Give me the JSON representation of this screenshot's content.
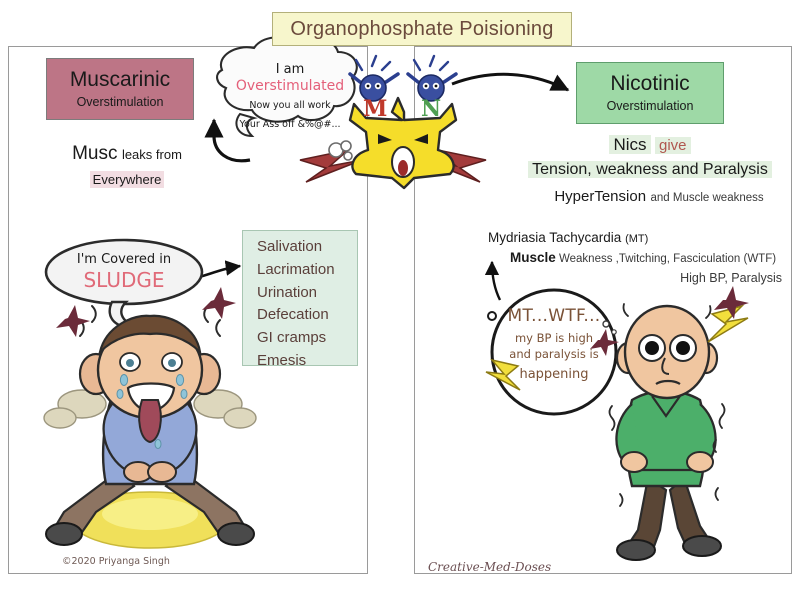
{
  "title": {
    "text": "Organophosphate Poisioning",
    "bg_color": "#f7f6cc",
    "text_color": "#6b4a3c"
  },
  "left_panel": {
    "header": {
      "title": "Muscarinic",
      "subtitle": "Overstimulation",
      "bg_color": "#bd7586"
    },
    "leak_line": {
      "lead": "Musc",
      "rest": "leaks from",
      "second": "Everywhere"
    },
    "speech_bubble": {
      "line1": "I am",
      "line2": "Overstimulated",
      "line3": "Now you all work",
      "line4": "Your Ass off &%@#..."
    },
    "sludge_bubble": {
      "line1": "I'm Covered in",
      "line2": "SLUDGE"
    },
    "sludge_list": {
      "bg_color": "#dfeee4",
      "items": [
        "Salivation",
        "Lacrimation",
        "Urination",
        "Defecation",
        "GI cramps",
        "Emesis"
      ]
    },
    "credit": "©2020 Priyanga Singh"
  },
  "right_panel": {
    "header": {
      "title": "Nicotinic",
      "subtitle": "Overstimulation",
      "bg_color": "#9ed9a6"
    },
    "nics_line": {
      "lead": "Nics",
      "give": "give",
      "second": "Tension, weakness and Paralysis"
    },
    "hypertension_line": {
      "lead": "HyperTension",
      "rest": "and Muscle weakness"
    },
    "facts": {
      "row1_main": "Mydriasia Tachycardia",
      "row1_tag": "(MT)",
      "row2_lead": "Muscle",
      "row2_rest": "Weakness ,Twitching, Fasciculation (WTF)",
      "row3": "High BP, Paralysis"
    },
    "speech_bubble": {
      "line1": "MT...WTF...",
      "line2": "my BP is high",
      "line3": "and paralysis is",
      "line4": "happening"
    },
    "credit": "Creative-Med-Doses"
  },
  "neuron": {
    "letter_m": "M",
    "letter_n": "N",
    "letter_m_color": "#c0392b",
    "letter_n_color": "#4f9f52",
    "body_color": "#f5dd2a"
  }
}
